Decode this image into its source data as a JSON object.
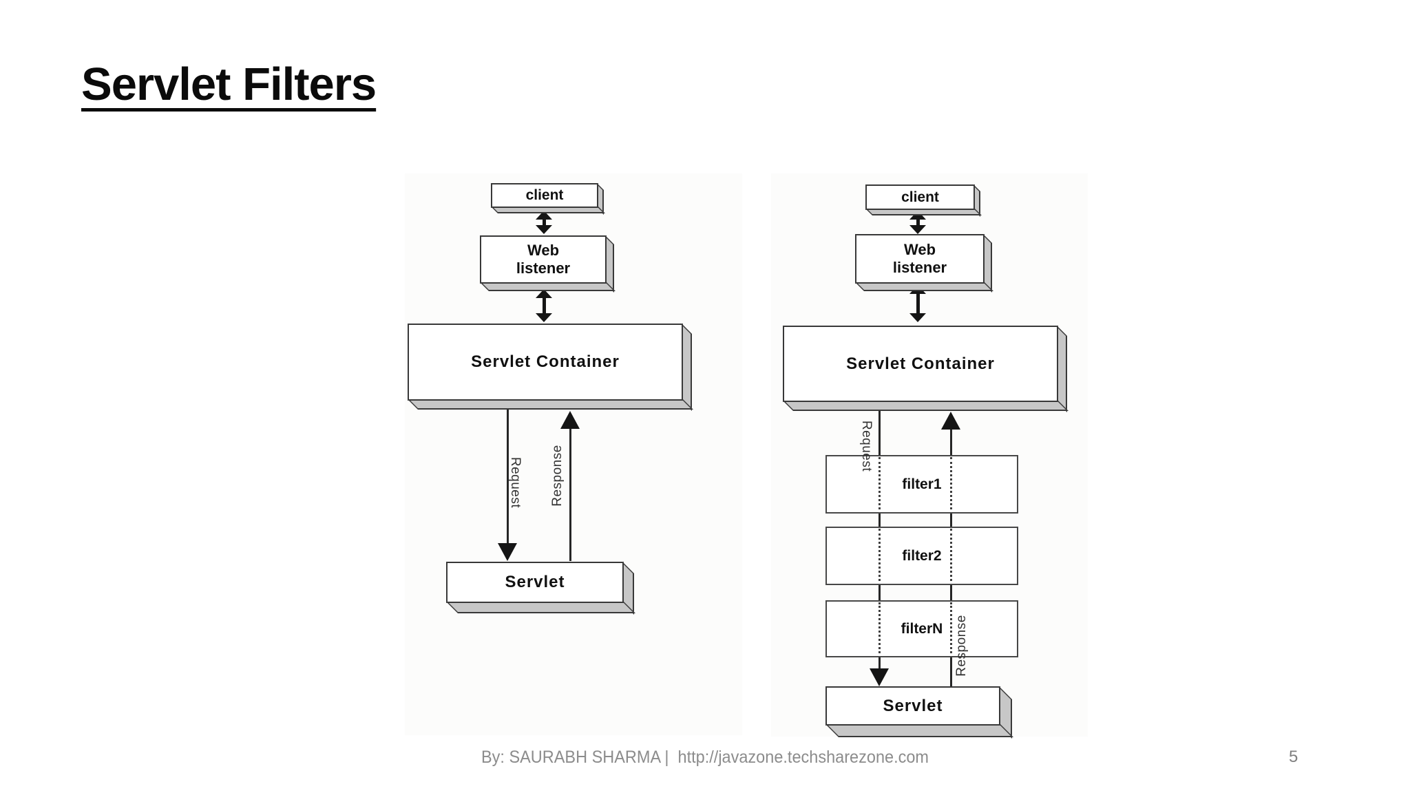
{
  "slide": {
    "title": "Servlet Filters",
    "footer": "By: SAURABH SHARMA |  http://javazone.techsharezone.com",
    "page_number": "5"
  },
  "left_diagram": {
    "nodes": {
      "client": "client",
      "web_listener": [
        "Web",
        "listener"
      ],
      "container": "Servlet Container",
      "servlet": "Servlet"
    },
    "edges": {
      "request": "Request",
      "response": "Response"
    }
  },
  "right_diagram": {
    "nodes": {
      "client": "client",
      "web_listener": [
        "Web",
        "listener"
      ],
      "container": "Servlet Container",
      "servlet": "Servlet"
    },
    "filters": [
      "filter1",
      "filter2",
      "filterN"
    ],
    "edges": {
      "request": "Request",
      "response": "Response"
    }
  }
}
